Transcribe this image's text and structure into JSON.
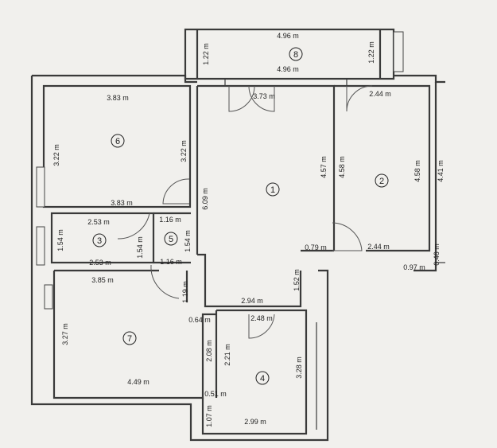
{
  "rooms": {
    "r1": {
      "number": "1",
      "dims": [
        "3.73 m",
        "6.09 m",
        "4.57 m",
        "2.94 m",
        "0.79 m",
        "1.52 m"
      ]
    },
    "r2": {
      "number": "2",
      "dims": [
        "2.44 m",
        "4.58 m",
        "4.58 m",
        "2.44 m"
      ]
    },
    "r3": {
      "number": "3",
      "dims": [
        "2.53 m",
        "1.54 m",
        "2.53 m",
        "1.54 m"
      ]
    },
    "r4": {
      "number": "4",
      "dims": [
        "2.48 m",
        "2.21 m",
        "3.28 m",
        "2.99 m",
        "0.51 m",
        "1.07 m",
        "2.08 m"
      ]
    },
    "r5": {
      "number": "5",
      "dims": [
        "1.16 m",
        "1.54 m",
        "1.16 m",
        "1.19 m"
      ]
    },
    "r6": {
      "number": "6",
      "dims": [
        "3.83 m",
        "3.22 m",
        "3.22 m",
        "3.83 m"
      ]
    },
    "r7": {
      "number": "7",
      "dims": [
        "3.85 m",
        "3.27 m",
        "4.49 m",
        "0.64 m"
      ]
    },
    "r8": {
      "number": "8",
      "dims": [
        "4.96 m",
        "4.96 m",
        "1.22 m",
        "1.22 m"
      ]
    }
  },
  "outside": [
    "4.41 m",
    "0.46 m",
    "0.97 m"
  ]
}
